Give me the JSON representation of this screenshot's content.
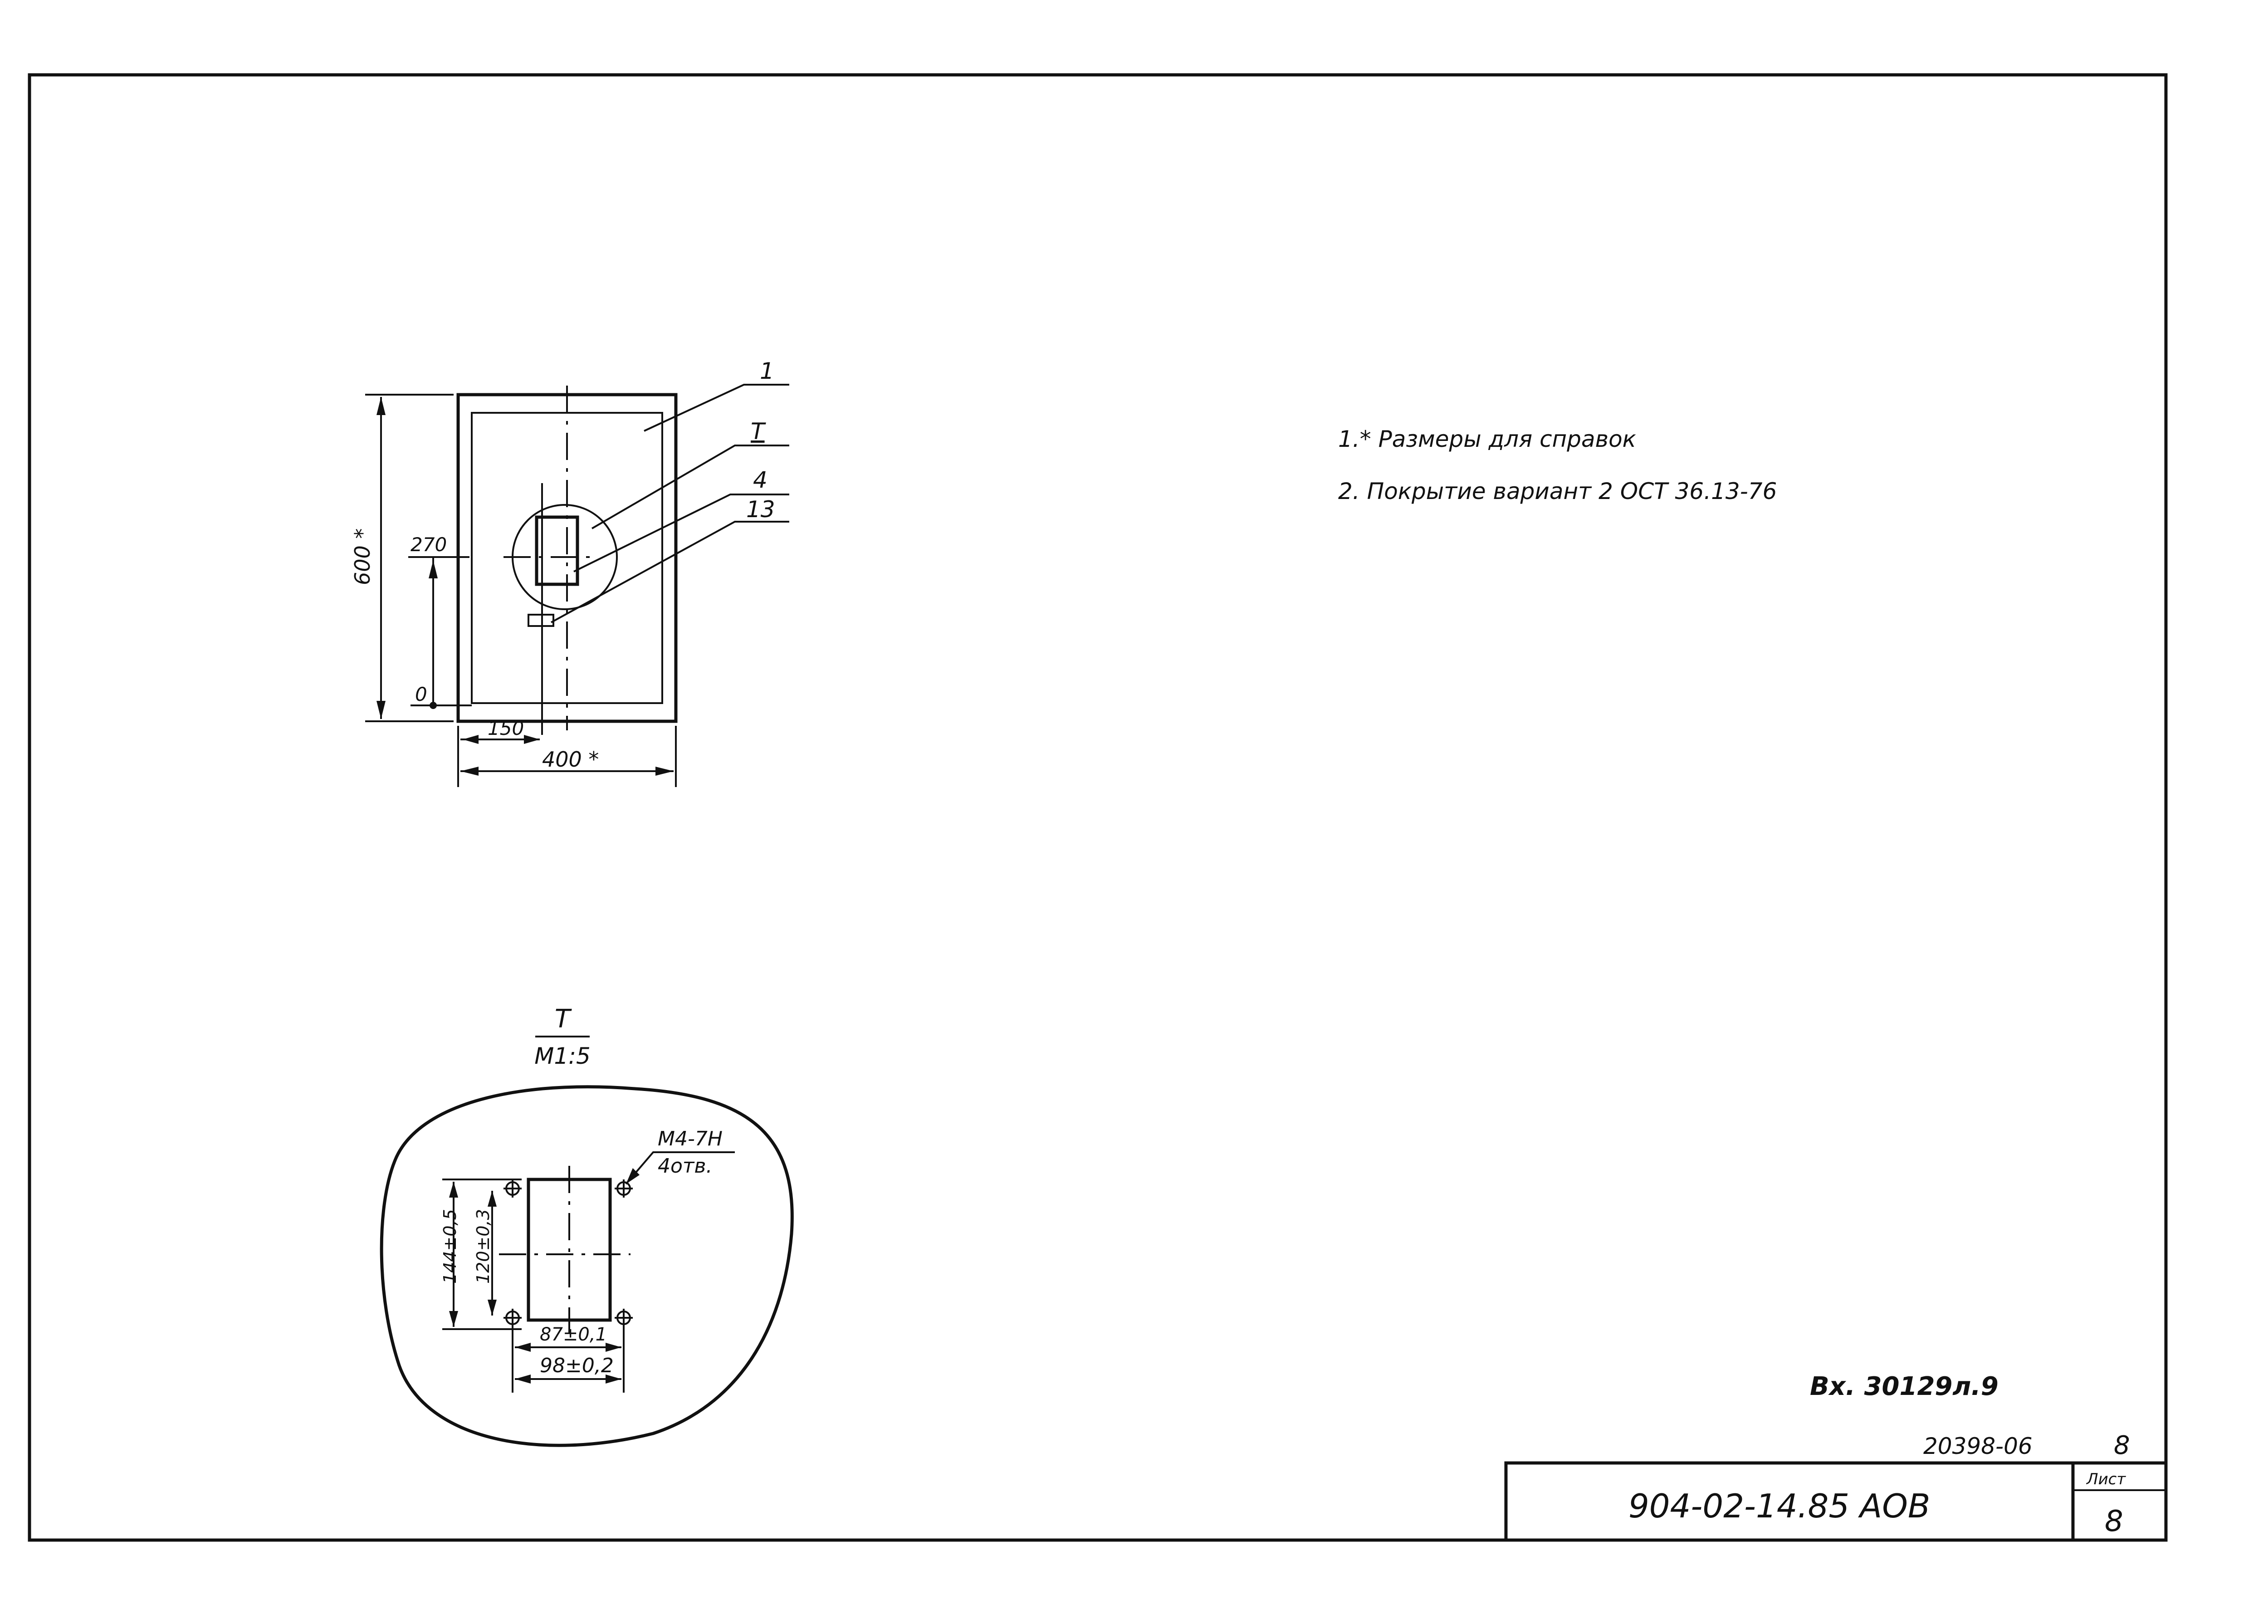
{
  "main_view": {
    "dim_height": "600 *",
    "dim_width": "400 *",
    "dim_offset_x": "150",
    "dim_mark_270": "270",
    "dim_mark_0": "0",
    "callouts": [
      "1",
      "Т",
      "4",
      "13"
    ]
  },
  "detail_view": {
    "title": "Т",
    "scale": "М1:5",
    "thread_note_1": "М4-7Н",
    "thread_note_2": "4отв.",
    "dim_outer_height": "144±0,5",
    "dim_inner_height": "120±0,3",
    "dim_inner_width": "87±0,1",
    "dim_outer_width": "98±0,2"
  },
  "notes": [
    "1.* Размеры для справок",
    "2. Покрытие вариант 2 ОСТ 36.13-76"
  ],
  "stamp": {
    "inventory": "Вх. 30129л.9",
    "archive_number": "20398-06",
    "archive_sheet": "8",
    "document_code": "904-02-14.85 АОВ",
    "sheet_label": "Лист",
    "sheet_number": "8"
  }
}
